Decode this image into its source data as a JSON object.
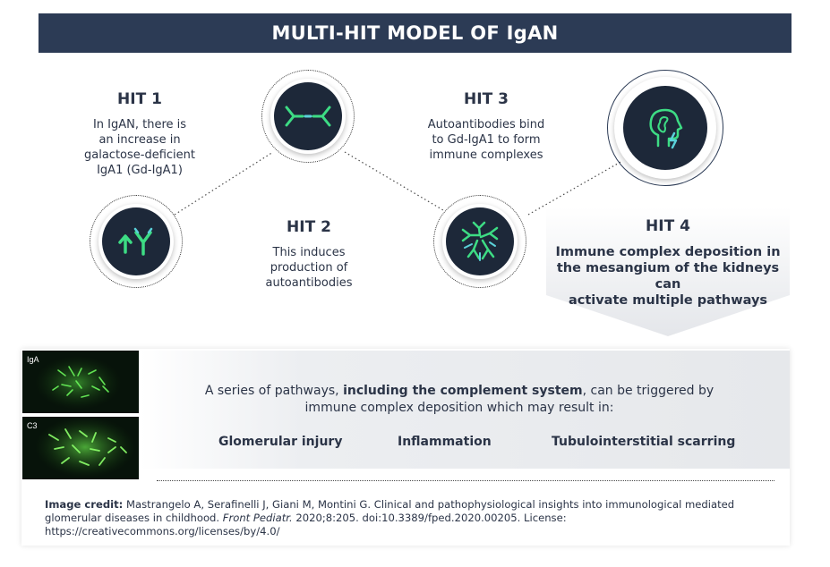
{
  "title": "MULTI-HIT MODEL OF IgAN",
  "hits": [
    {
      "title": "HIT 1",
      "text": [
        "In IgAN, there is",
        "an increase in",
        "galactose-deficient",
        "IgA1 (Gd-IgA1)"
      ],
      "icon": "arrow-up-antibody-icon"
    },
    {
      "title": "HIT 2",
      "text": [
        "This induces",
        "production of",
        "autoantibodies"
      ],
      "icon": "antibody-pair-icon"
    },
    {
      "title": "HIT 3",
      "text": [
        "Autoantibodies bind",
        "to Gd-IgA1 to form",
        "immune complexes"
      ],
      "icon": "immune-complex-icon"
    },
    {
      "title": "HIT 4",
      "text": [
        "Immune complex deposition in",
        "the mesangium of the kidneys can",
        "activate multiple pathways"
      ],
      "icon": "kidney-person-icon"
    }
  ],
  "micrographs": [
    {
      "label": "IgA"
    },
    {
      "label": "C3"
    }
  ],
  "pathways": {
    "pre": "A series of pathways, ",
    "bold": "including the complement system",
    "post": ", can be triggered by",
    "line2": "immune complex deposition which may result in:",
    "outcomes": [
      "Glomerular injury",
      "Inflammation",
      "Tubulointerstitial scarring"
    ]
  },
  "credit": {
    "label": "Image credit:",
    "authors": " Mastrangelo A, Serafinelli J, Giani M, Montini G. Clinical and pathophysiological insights into immunological mediated glomerular diseases in childhood. ",
    "journal": "Front Pediatr.",
    "rest": " 2020;8:205. doi:10.3389/fped.2020.00205. License: https://creativecommons.org/licenses/by/4.0/"
  },
  "colors": {
    "navy": "#2c3b55",
    "icon_disc": "#1d2839",
    "accent_green": "#3ddc84",
    "accent_cyan": "#5ad1d9"
  }
}
